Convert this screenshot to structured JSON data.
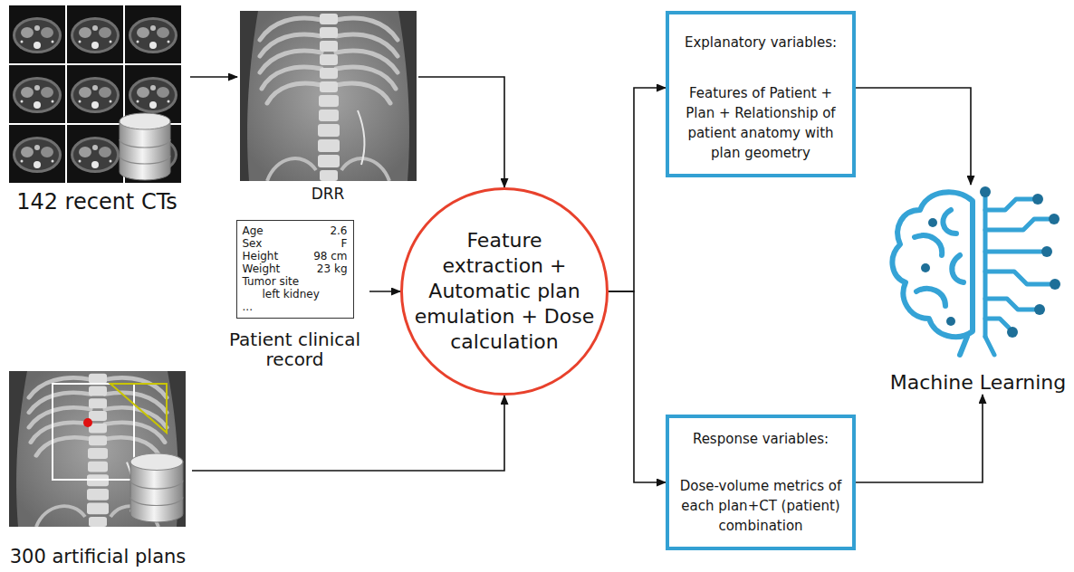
{
  "diagram": {
    "nodes": [
      {
        "text": [
          "142 recent CTs"
        ]
      },
      {
        "text": [
          "DRR"
        ]
      },
      {
        "text": [
          "Age",
          "2.6",
          "Sex",
          "F",
          "Height",
          "98 cm",
          "Weight",
          "23 kg",
          "Tumor site",
          "left kidney",
          "...",
          "Patient clinical record"
        ]
      },
      {
        "text": [
          "300 artificial plans"
        ]
      },
      {
        "text": [
          "Feature extraction + Automatic plan emulation + Dose calculation"
        ]
      },
      {
        "text": [
          "Explanatory variables:",
          "Features of Patient + Plan + Relationship of patient anatomy with plan geometry"
        ]
      },
      {
        "text": [
          "Response variables:",
          "Dose-volume metrics of each plan+CT (patient) combination"
        ]
      },
      {
        "text": [
          "Machine Learning"
        ]
      }
    ],
    "edges": [
      {
        "from": 0,
        "to": 1,
        "arrow": "to"
      },
      {
        "from": 1,
        "to": 4,
        "arrow": "to"
      },
      {
        "from": 2,
        "to": 4,
        "arrow": "to"
      },
      {
        "from": 3,
        "to": 4,
        "arrow": "to"
      },
      {
        "from": 4,
        "to": 5,
        "arrow": "to"
      },
      {
        "from": 4,
        "to": 6,
        "arrow": "to"
      },
      {
        "from": 5,
        "to": 7,
        "arrow": "to"
      },
      {
        "from": 6,
        "to": 7,
        "arrow": "to"
      }
    ]
  }
}
